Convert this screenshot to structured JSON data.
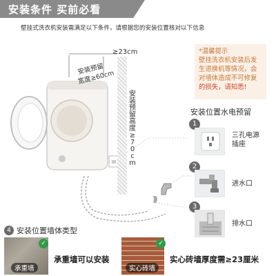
{
  "banner": {
    "title": "安装条件  买前必看"
  },
  "intro": "壁挂式洗衣机安装需满足以下条件，请根据您的安装位置核对以下信息",
  "dimensions": {
    "top_gap": "≥23cm",
    "width_vertical": "安装预留",
    "width_line2": "宽度≥60cm",
    "height_chars": [
      "安",
      "装",
      "预",
      "留",
      "高",
      "度",
      "≥",
      "7",
      "0",
      "c",
      "m"
    ]
  },
  "tip": {
    "title": "*温馨提示",
    "lines": [
      "壁挂洗衣机安装后发",
      "生退换机等情况，会",
      "对墙体造成不可修复",
      "的损失，请知悉!"
    ]
  },
  "utilities": {
    "title": "安装位置水电预留",
    "items": [
      {
        "num": "1",
        "label_line1": "三孔电源",
        "label_line2": "插座"
      },
      {
        "num": "2",
        "label_line1": "进水口",
        "label_line2": ""
      },
      {
        "num": "3",
        "label_line1": "排水口",
        "label_line2": ""
      }
    ]
  },
  "wall": {
    "num": "4",
    "title": "安装位置墙体类型",
    "left_tag": "承重墙",
    "left_caption": "承重墙可以安装",
    "right_tag": "实心砖墙",
    "right_caption": "实心砖墙厚度需≥23厘米",
    "check": "✓"
  },
  "colors": {
    "accent": "#c47a3c",
    "warning": "#d0432a",
    "check": "#2f9b4a",
    "banner": "#8a8a8a"
  }
}
